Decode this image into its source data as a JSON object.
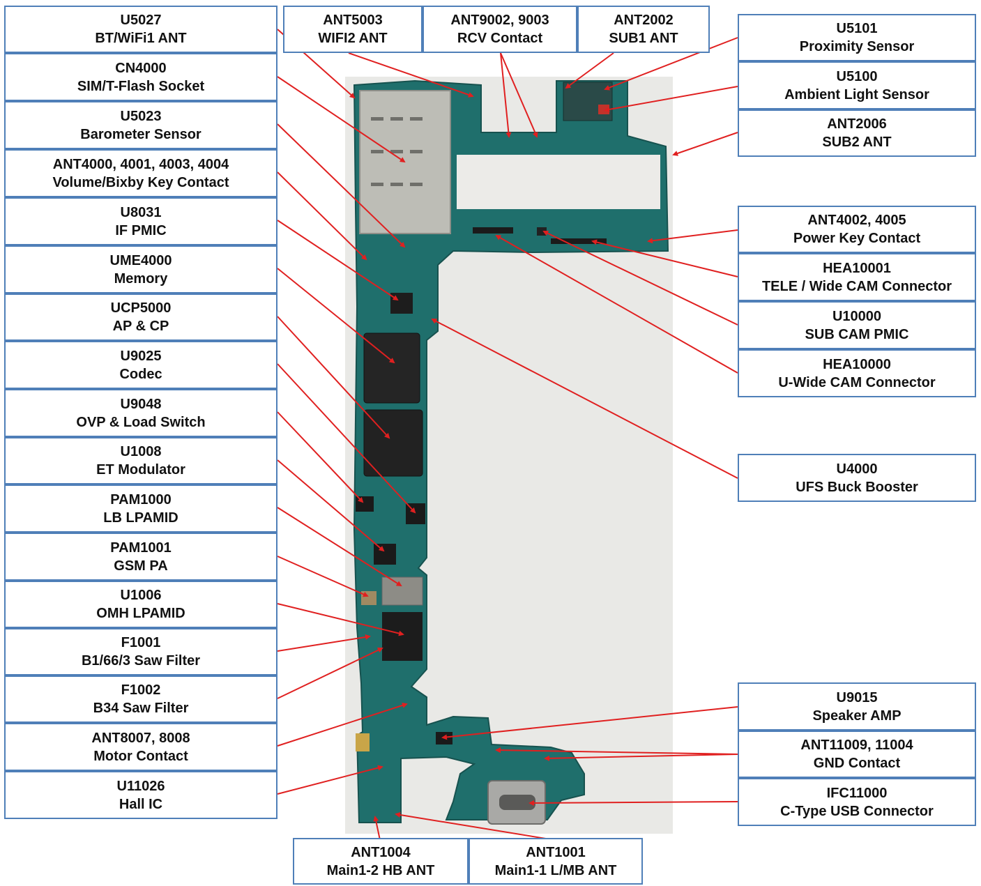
{
  "colors": {
    "box_border": "#4f7fb8",
    "leader_line": "#e02020",
    "pcb_green": "#1f6f6c",
    "photo_background": "#e9e9e6"
  },
  "left_labels": [
    {
      "ref": "U5027",
      "desc": "BT/WiFi1 ANT"
    },
    {
      "ref": "CN4000",
      "desc": "SIM/T-Flash Socket"
    },
    {
      "ref": "U5023",
      "desc": "Barometer Sensor"
    },
    {
      "ref": "ANT4000, 4001, 4003, 4004",
      "desc": "Volume/Bixby Key Contact"
    },
    {
      "ref": "U8031",
      "desc": "IF PMIC"
    },
    {
      "ref": "UME4000",
      "desc": "Memory"
    },
    {
      "ref": "UCP5000",
      "desc": "AP & CP"
    },
    {
      "ref": "U9025",
      "desc": "Codec"
    },
    {
      "ref": "U9048",
      "desc": "OVP & Load Switch"
    },
    {
      "ref": "U1008",
      "desc": "ET Modulator"
    },
    {
      "ref": "PAM1000",
      "desc": "LB LPAMID"
    },
    {
      "ref": "PAM1001",
      "desc": "GSM PA"
    },
    {
      "ref": "U1006",
      "desc": "OMH LPAMID"
    },
    {
      "ref": "F1001",
      "desc": "B1/66/3 Saw Filter"
    },
    {
      "ref": "F1002",
      "desc": "B34 Saw Filter"
    },
    {
      "ref": "ANT8007, 8008",
      "desc": "Motor Contact"
    },
    {
      "ref": "U11026",
      "desc": "Hall IC"
    }
  ],
  "top_labels": [
    {
      "ref": "ANT5003",
      "desc": "WIFI2 ANT"
    },
    {
      "ref": "ANT9002, 9003",
      "desc": "RCV Contact"
    },
    {
      "ref": "ANT2002",
      "desc": "SUB1 ANT"
    }
  ],
  "right_labels": [
    {
      "ref": "U5101",
      "desc": "Proximity Sensor"
    },
    {
      "ref": "U5100",
      "desc": "Ambient Light Sensor"
    },
    {
      "ref": "ANT2006",
      "desc": "SUB2 ANT"
    },
    {
      "ref": "ANT4002, 4005",
      "desc": "Power Key Contact"
    },
    {
      "ref": "HEA10001",
      "desc": "TELE / Wide CAM Connector"
    },
    {
      "ref": "U10000",
      "desc": "SUB CAM PMIC"
    },
    {
      "ref": "HEA10000",
      "desc": "U-Wide CAM Connector"
    },
    {
      "ref": "U4000",
      "desc": "UFS Buck Booster"
    },
    {
      "ref": "U9015",
      "desc": "Speaker AMP"
    },
    {
      "ref": "ANT11009, 11004",
      "desc": "GND Contact"
    },
    {
      "ref": "IFC11000",
      "desc": "C-Type USB Connector"
    }
  ],
  "bottom_labels": [
    {
      "ref": "ANT1004",
      "desc": "Main1-2 HB ANT"
    },
    {
      "ref": "ANT1001",
      "desc": "Main1-1 L/MB ANT"
    }
  ]
}
